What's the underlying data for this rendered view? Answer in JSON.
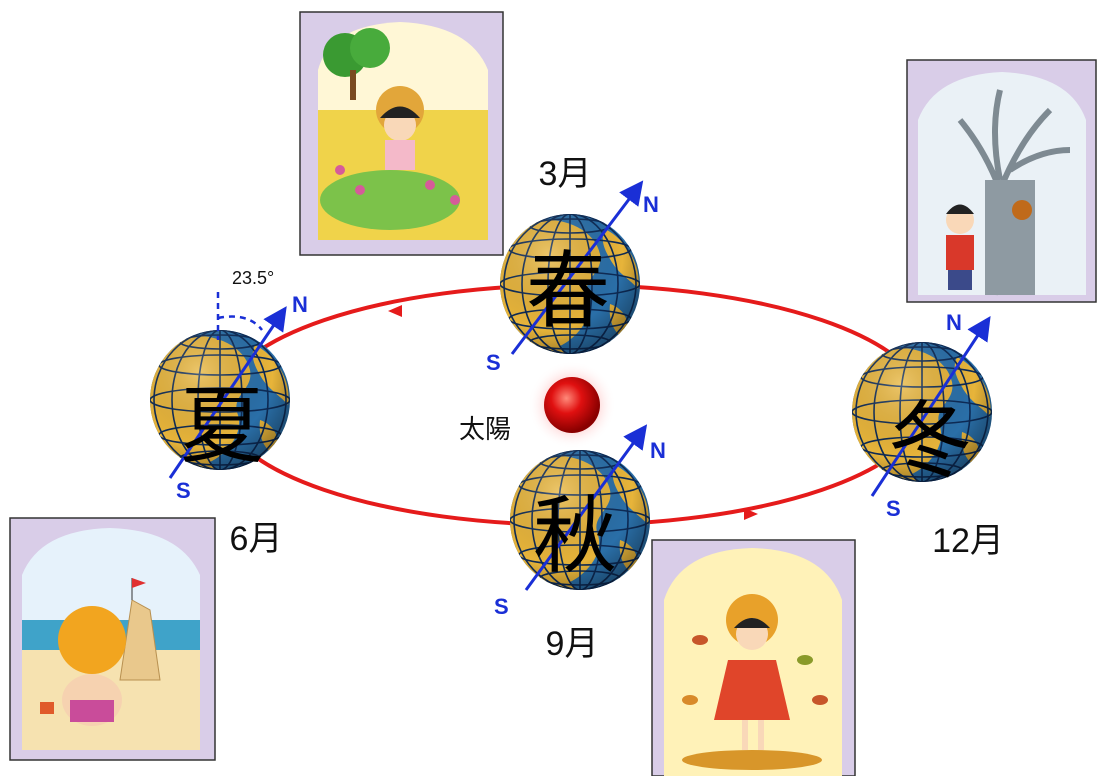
{
  "sun": {
    "label": "太陽",
    "color": "#e01010"
  },
  "orbit": {
    "color": "#e51b1b"
  },
  "tilt": {
    "angle_label": "23.5°"
  },
  "earth_colors": {
    "ocean": "#2a6fa8",
    "land": "#e7b43a",
    "grid": "#0d2a55"
  },
  "seasons": [
    {
      "id": "spring",
      "char": "春",
      "month": "3月",
      "north": "N",
      "south": "S"
    },
    {
      "id": "summer",
      "char": "夏",
      "month": "6月",
      "north": "N",
      "south": "S"
    },
    {
      "id": "autumn",
      "char": "秋",
      "month": "9月",
      "north": "N",
      "south": "S"
    },
    {
      "id": "winter",
      "char": "冬",
      "month": "12月",
      "north": "N",
      "south": "S"
    }
  ]
}
